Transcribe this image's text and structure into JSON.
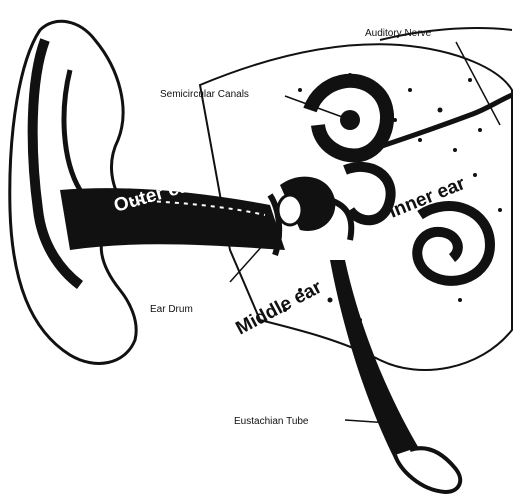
{
  "labels": {
    "auditory_nerve": "Auditory Nerve",
    "semicircular_canals": "Semicircular Canals",
    "outer_ear": "Outer ear",
    "inner_ear": "Inner ear",
    "ear_drum": "Ear Drum",
    "middle_ear": "Middle ear",
    "eustachian_tube": "Eustachian Tube"
  },
  "colors": {
    "ink": "#111111",
    "paper": "#ffffff"
  }
}
